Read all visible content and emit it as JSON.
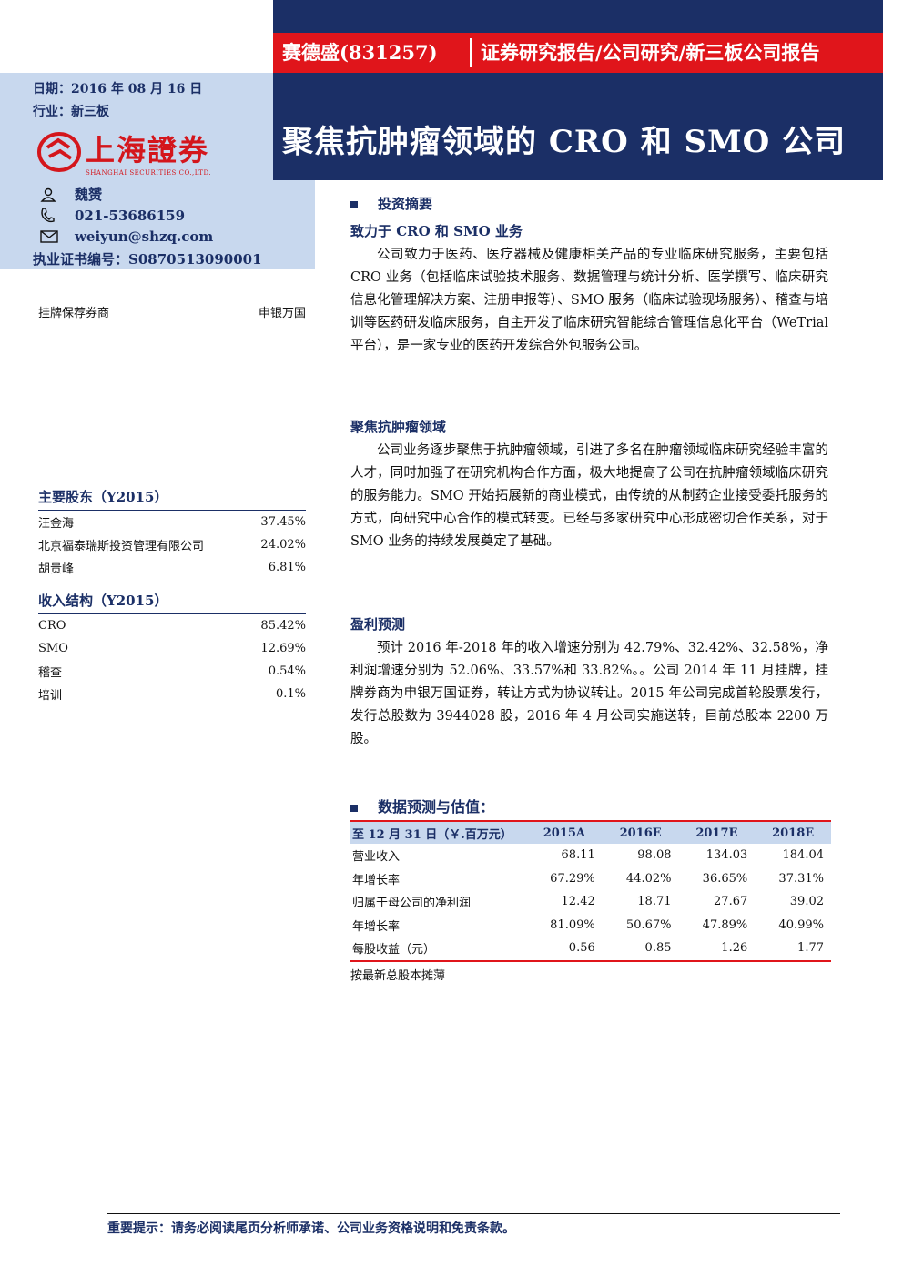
{
  "header": {
    "company_code": "赛德盛(831257)",
    "report_type": "证券研究报告/公司研究/新三板公司报告",
    "title": "聚焦抗肿瘤领域的 CRO 和 SMO 公司"
  },
  "info": {
    "date": "日期：2016 年 08 月 16 日",
    "industry": "行业：新三板",
    "logo_text": "上海證券",
    "logo_sub": "SHANGHAI SECURITIES CO.,LTD."
  },
  "analyst": {
    "name": "魏赟",
    "phone": "021-53686159",
    "email": "weiyun@shzq.com",
    "license": "执业证书编号：S0870513090001"
  },
  "sponsor": {
    "label": "挂牌保荐券商",
    "value": "申银万国"
  },
  "shareholders": {
    "title": "主要股东（Y2015）",
    "rows": [
      {
        "name": "汪金海",
        "pct": "37.45%"
      },
      {
        "name": "北京福泰瑞斯投资管理有限公司",
        "pct": "24.02%"
      },
      {
        "name": "胡贵峰",
        "pct": "6.81%"
      }
    ]
  },
  "revenue": {
    "title": "收入结构（Y2015）",
    "rows": [
      {
        "name": "CRO",
        "pct": "85.42%"
      },
      {
        "name": "SMO",
        "pct": "12.69%"
      },
      {
        "name": "稽查",
        "pct": "0.54%"
      },
      {
        "name": "培训",
        "pct": "0.1%"
      }
    ]
  },
  "summary": {
    "heading": "投资摘要",
    "sections": [
      {
        "title": "致力于 CRO 和 SMO 业务",
        "text": "公司致力于医药、医疗器械及健康相关产品的专业临床研究服务，主要包括 CRO 业务（包括临床试验技术服务、数据管理与统计分析、医学撰写、临床研究信息化管理解决方案、注册申报等）、SMO 服务（临床试验现场服务）、稽查与培训等医药研发临床服务，自主开发了临床研究智能综合管理信息化平台（WeTrial 平台），是一家专业的医药开发综合外包服务公司。"
      },
      {
        "title": "聚焦抗肿瘤领域",
        "text": "公司业务逐步聚焦于抗肿瘤领域，引进了多名在肿瘤领域临床研究经验丰富的人才，同时加强了在研究机构合作方面，极大地提高了公司在抗肿瘤领域临床研究的服务能力。SMO 开始拓展新的商业模式，由传统的从制药企业接受委托服务的方式，向研究中心合作的模式转变。已经与多家研究中心形成密切合作关系，对于 SMO 业务的持续发展奠定了基础。"
      },
      {
        "title": "盈利预测",
        "text": "预计 2016 年-2018 年的收入增速分别为 42.79%、32.42%、32.58%，净利润增速分别为 52.06%、33.57%和 33.82%。。公司 2014 年 11 月挂牌，挂牌券商为申银万国证券，转让方式为协议转让。2015 年公司完成首轮股票发行，发行总股数为 3944028 股，2016 年 4 月公司实施送转，目前总股本 2200 万股。"
      }
    ]
  },
  "forecast": {
    "title": "数据预测与估值：",
    "header": [
      "至 12 月 31 日（￥.百万元）",
      "2015A",
      "2016E",
      "2017E",
      "2018E"
    ],
    "rows": [
      [
        "营业收入",
        "68.11",
        "98.08",
        "134.03",
        "184.04"
      ],
      [
        "年增长率",
        "67.29%",
        "44.02%",
        "36.65%",
        "37.31%"
      ],
      [
        "归属于母公司的净利润",
        "12.42",
        "18.71",
        "27.67",
        "39.02"
      ],
      [
        "年增长率",
        "81.09%",
        "50.67%",
        "47.89%",
        "40.99%"
      ],
      [
        "每股收益（元）",
        "0.56",
        "0.85",
        "1.26",
        "1.77"
      ]
    ],
    "note": "按最新总股本摊薄"
  },
  "footer": {
    "notice": "重要提示：请务必阅读尾页分析师承诺、公司业务资格说明和免责条款。"
  },
  "colors": {
    "navy": "#1b2f66",
    "red": "#e0151b",
    "light_blue": "#c8d8ee"
  }
}
